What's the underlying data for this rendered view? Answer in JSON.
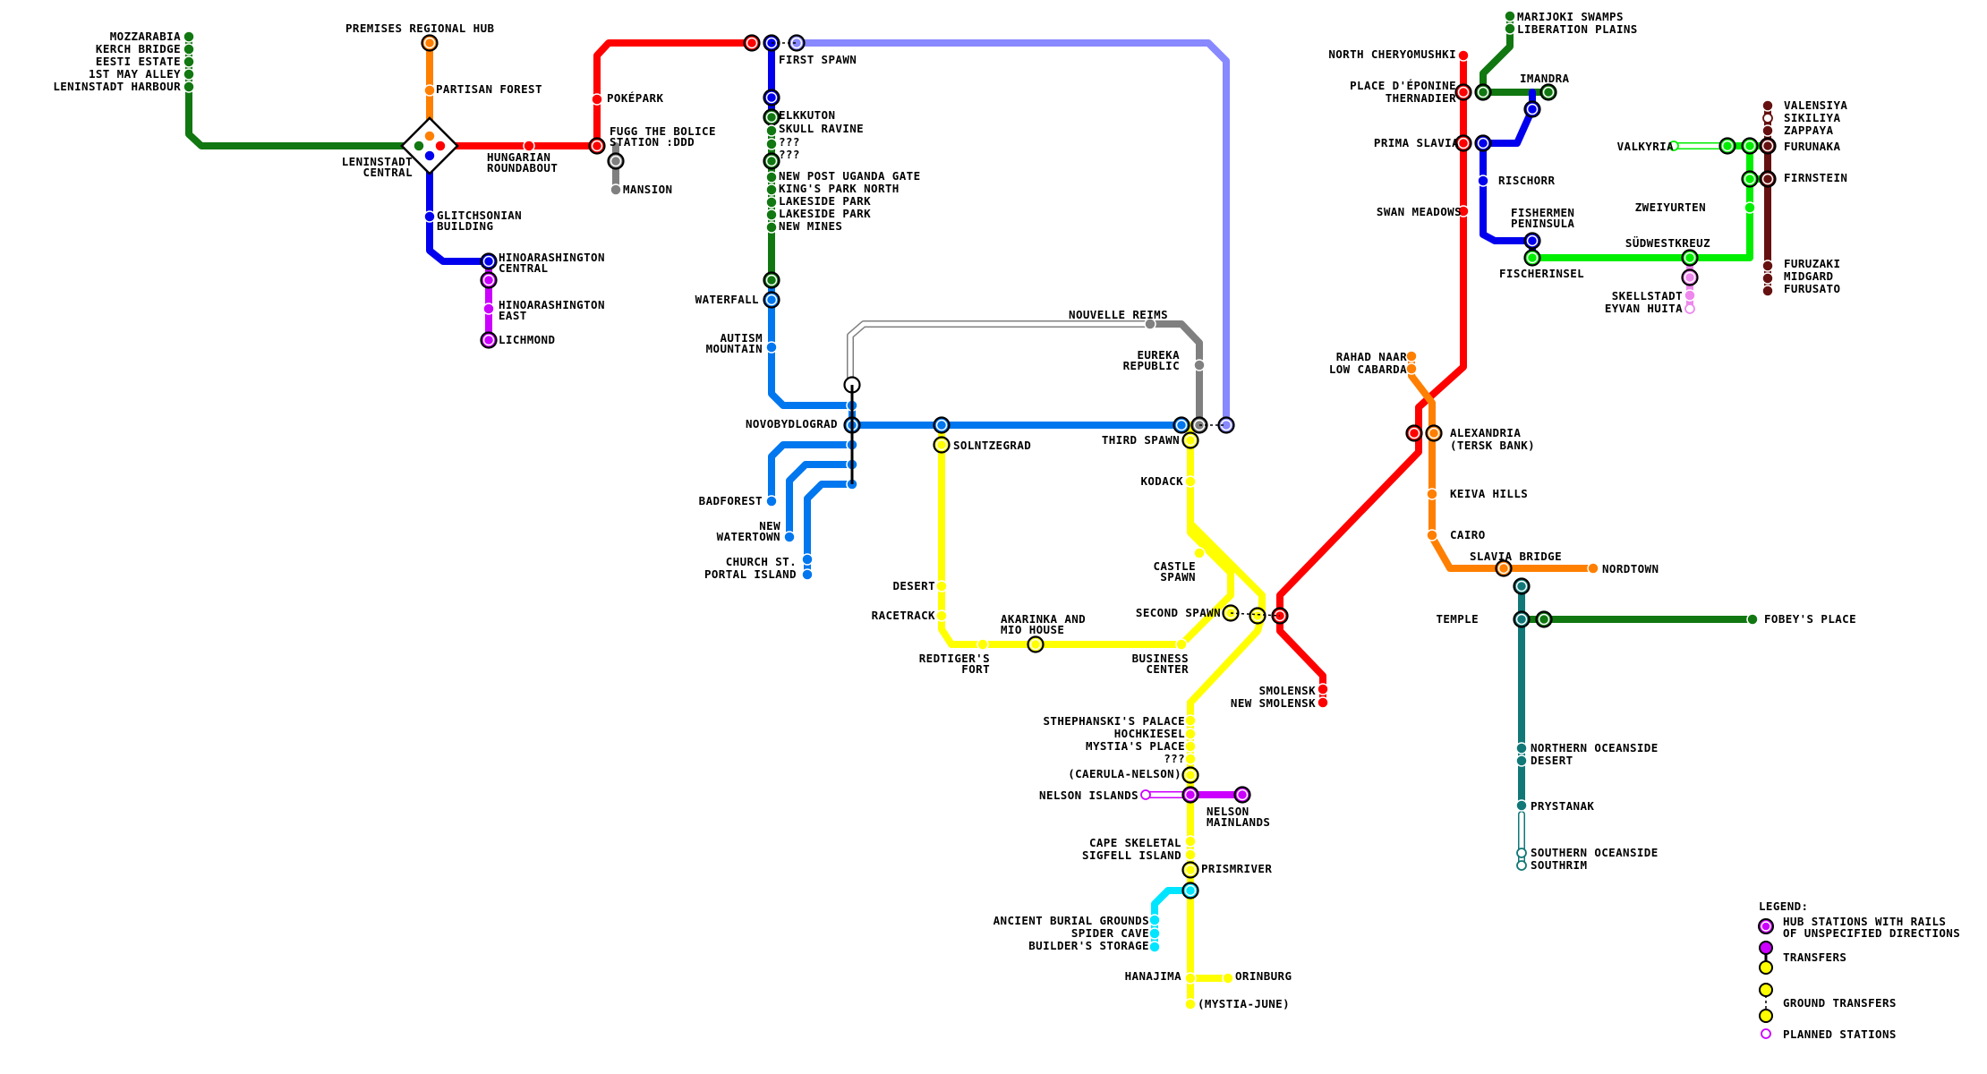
{
  "colors": {
    "green": "#117711",
    "orange": "#ff7f00",
    "red": "#ff0000",
    "blue": "#0000ee",
    "lavender": "#8888ff",
    "azure": "#0077ee",
    "gray": "#808080",
    "yellow": "#ffff00",
    "magenta": "#cc00ff",
    "cyan": "#00e5ff",
    "lime": "#00ee00",
    "teal": "#117777",
    "maroon": "#661111",
    "pink": "#ee88ee"
  },
  "labels": {
    "mozzarabia": "MOZZARABIA",
    "kerch": "KERCH BRIDGE",
    "eesti": "EESTI ESTATE",
    "firstmay": "1ST MAY ALLEY",
    "leninstadt_harbour": "LENINSTADT HARBOUR",
    "premises": "PREMISES REGIONAL HUB",
    "partisan": "PARTISAN FOREST",
    "leninstadt_central_1": "LENINSTADT",
    "leninstadt_central_2": "CENTRAL",
    "hungarian_1": "HUNGARIAN",
    "hungarian_2": "ROUNDABOUT",
    "pokepark": "POKÉPARK",
    "fugg_1": "FUGG THE BOLICE",
    "fugg_2": "STATION :DDD",
    "mansion": "MANSION",
    "glitch_1": "GLITCHSONIAN",
    "glitch_2": "BUILDING",
    "hinoa_central_1": "HINOARASHINGTON",
    "hinoa_central_2": "CENTRAL",
    "hinoa_east_1": "HINOARASHINGTON",
    "hinoa_east_2": "EAST",
    "lichmond": "LICHMOND",
    "first_spawn": "FIRST SPAWN",
    "elkkuton": "ELKKUTON",
    "skull_ravine": "SKULL RAVINE",
    "unknown_1": "???",
    "unknown_2": "???",
    "new_post": "NEW POST UGANDA GATE",
    "kings_park": "KING'S PARK NORTH",
    "lakeside_1": "LAKESIDE PARK",
    "lakeside_2": "LAKESIDE PARK",
    "new_mines": "NEW MINES",
    "waterfall": "WATERFALL",
    "autism_1": "AUTISM",
    "autism_2": "MOUNTAIN",
    "novobydlograd": "NOVOBYDLOGRAD",
    "badforest": "BADFOREST",
    "new_watertown_1": "NEW",
    "new_watertown_2": "WATERTOWN",
    "church_1": "CHURCH ST.",
    "church_2": "PORTAL ISLAND",
    "solntzegrad": "SOLNTZEGRAD",
    "nouvelle_reims": "NOUVELLE REIMS",
    "eureka_1": "EUREKA",
    "eureka_2": "REPUBLIC",
    "third_spawn": "THIRD SPAWN",
    "kodack": "KODACK",
    "castle_1": "CASTLE",
    "castle_2": "SPAWN",
    "second_spawn": "SECOND SPAWN",
    "desert": "DESERT",
    "racetrack": "RACETRACK",
    "akarinka_1": "AKARINKA AND",
    "akarinka_2": "MIO HOUSE",
    "redtiger_1": "REDTIGER'S",
    "redtiger_2": "FORT",
    "business_1": "BUSINESS",
    "business_2": "CENTER",
    "smolensk": "SMOLENSK",
    "new_smolensk": "NEW SMOLENSK",
    "stephanski": "STHEPHANSKI'S PALACE",
    "hochkiesel": "HOCHKIESEL",
    "mystia_place": "MYSTIA'S PLACE",
    "unknown_3": "???",
    "caerula": "(CAERULA-NELSON)",
    "nelson_islands": "NELSON ISLANDS",
    "nelson_main_1": "NELSON",
    "nelson_main_2": "MAINLANDS",
    "cape_skeletal": "CAPE SKELETAL",
    "sigfell": "SIGFELL ISLAND",
    "prismriver": "PRISMRIVER",
    "ancient_burial": "ANCIENT BURIAL GROUNDS",
    "spider_cave": "SPIDER CAVE",
    "builders": "BUILDER'S STORAGE",
    "hanajima": "HANAJIMA",
    "orinburg": "ORINBURG",
    "mystia_june": "(MYSTIA-JUNE)",
    "marijoki": "MARIJOKI SWAMPS",
    "liberation": "LIBERATION PLAINS",
    "north_cher": "NORTH CHERYOMUSHKI",
    "place_eponine": "PLACE D'ÉPONINE",
    "thernadier": "THERNADIER",
    "imandra": "IMANDRA",
    "prima_slavia": "PRIMA SLAVIA",
    "rischorr": "RISCHORR",
    "swan_meadows": "SWAN MEADOWS",
    "fishermen_1": "FISHERMEN",
    "fishermen_2": "PENINSULA",
    "fischerinsel": "FISCHERINSEL",
    "valkyria": "VALKYRIA",
    "valensiya": "VALENSIYA",
    "sikiliya": "SIKILIYA",
    "zappaya": "ZAPPAYA",
    "furunaka": "FURUNAKA",
    "firnstein": "FIRNSTEIN",
    "zweiyurten": "ZWEIYURTEN",
    "sudwestkreuz": "SÜDWESTKREUZ",
    "skellstadt": "SKELLSTADT",
    "eyvan": "EYVAN HUITA",
    "furuzaki": "FURUZAKI",
    "midgard": "MIDGARD",
    "furusato": "FURUSATO",
    "rahad": "RAHAD NAAR",
    "low_cabarda": "LOW CABARDA",
    "alexandria_1": "ALEXANDRIA",
    "alexandria_2": "(TERSK BANK)",
    "keiva": "KEIVA HILLS",
    "cairo": "CAIRO",
    "slavia_bridge": "SLAVIA BRIDGE",
    "nordtown": "NORDTOWN",
    "temple": "TEMPLE",
    "fobeys": "FOBEY'S PLACE",
    "northern_ocean": "NORTHERN OCEANSIDE",
    "desert2": "DESERT",
    "prystanak": "PRYSTANAK",
    "southern_ocean": "SOUTHERN OCEANSIDE",
    "southrim": "SOUTHRIM"
  },
  "legend": {
    "title": "LEGEND:",
    "hub_1": "HUB STATIONS WITH RAILS",
    "hub_2": "OF UNSPECIFIED DIRECTIONS",
    "transfers": "TRANSFERS",
    "ground": "GROUND TRANSFERS",
    "planned": "PLANNED STATIONS"
  }
}
